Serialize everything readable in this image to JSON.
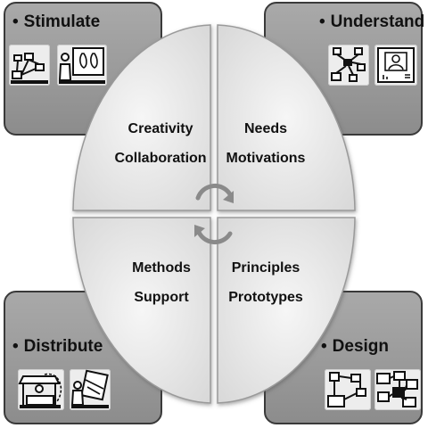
{
  "corners": {
    "top_left": {
      "title": "Stimulate",
      "icons": [
        "network-people-icon",
        "presentation-board-icon"
      ]
    },
    "top_right": {
      "title": "Understand",
      "icons": [
        "network-hierarchy-icon",
        "profile-document-icon"
      ]
    },
    "bottom_left": {
      "title": "Distribute",
      "icons": [
        "market-stall-icon",
        "person-with-files-icon"
      ]
    },
    "bottom_right": {
      "title": "Design",
      "icons": [
        "flowchart-icon",
        "blueprint-network-icon"
      ]
    }
  },
  "quadrants": {
    "top_left": {
      "line1": "Creativity",
      "line2": "Collaboration"
    },
    "top_right": {
      "line1": "Needs",
      "line2": "Motivations"
    },
    "bottom_left": {
      "line1": "Methods",
      "line2": "Support"
    },
    "bottom_right": {
      "line1": "Principles",
      "line2": "Prototypes"
    }
  },
  "bullet": "•",
  "colors": {
    "box_fill": "#9a9a9a",
    "segment_fill": "#e6e6e6",
    "arrow": "#8a8a8a",
    "outline": "#3a3a3a"
  }
}
